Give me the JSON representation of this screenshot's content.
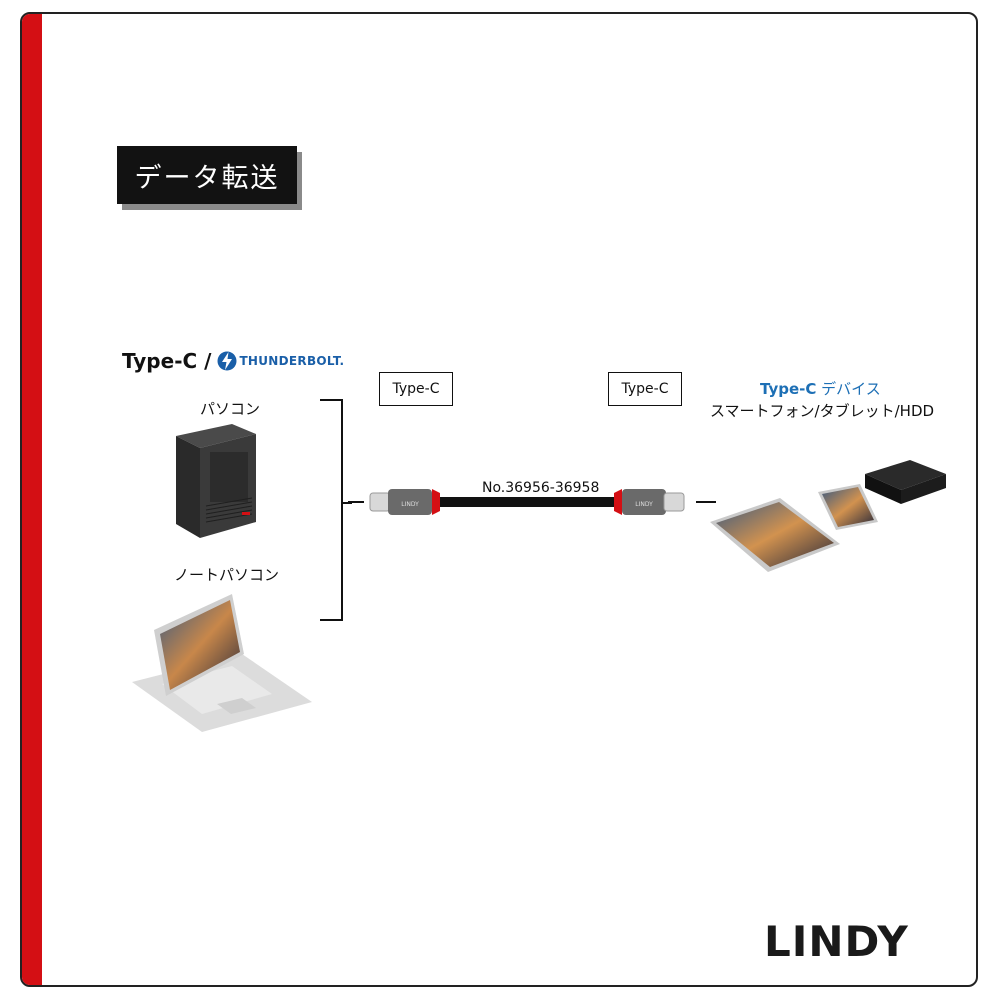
{
  "title": "データ転送",
  "source": {
    "heading_prefix": "Type-C /",
    "thunderbolt_label": "THUNDERBOLT.",
    "devices": [
      "パソコン",
      "ノートパソコン"
    ]
  },
  "connectors": {
    "left": "Type-C",
    "right": "Type-C"
  },
  "cable_number": "No.36956-36958",
  "connector_brand": "LINDY",
  "destination": {
    "type_label": "Type-C",
    "type_suffix": "デバイス",
    "devices_line": "スマートフォン/タブレット/HDD"
  },
  "brand": "LINDY",
  "colors": {
    "accent": "#d40f14",
    "thunderbolt_blue": "#1a5fa8",
    "dest_blue": "#1d6fb5"
  }
}
